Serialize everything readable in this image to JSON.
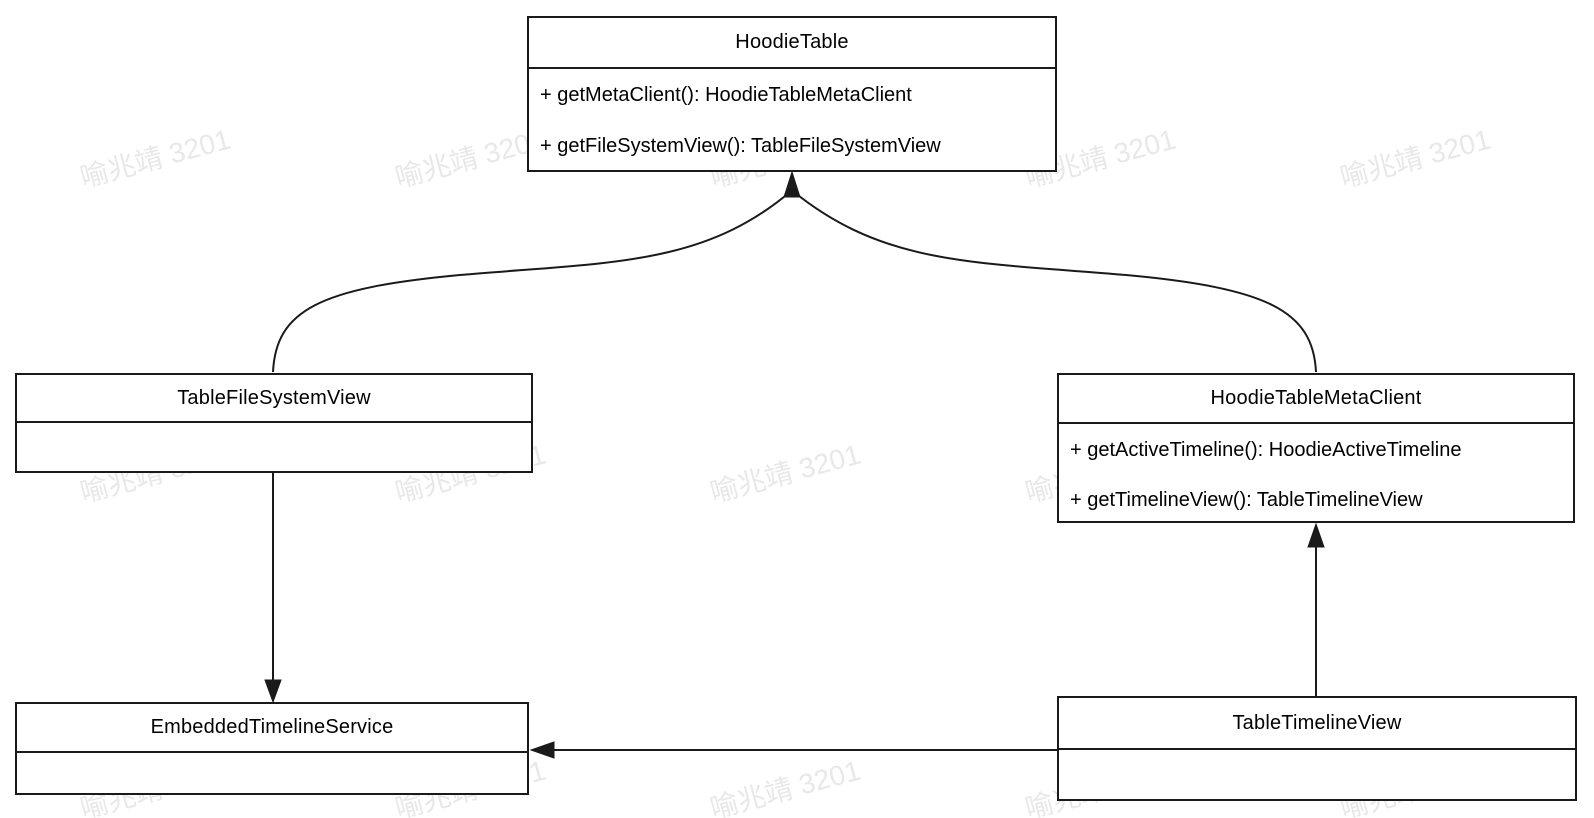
{
  "watermark": {
    "text": "喻兆靖 3201",
    "color": "#e8e8e8"
  },
  "diagram_type": "uml-class-diagram",
  "classes": [
    {
      "name": "HoodieTable",
      "members": [
        "+ getMetaClient(): HoodieTableMetaClient",
        "+ getFileSystemView(): TableFileSystemView"
      ]
    },
    {
      "name": "TableFileSystemView",
      "members": []
    },
    {
      "name": "HoodieTableMetaClient",
      "members": [
        "+ getActiveTimeline(): HoodieActiveTimeline",
        "+ getTimelineView(): TableTimelineView"
      ]
    },
    {
      "name": "EmbeddedTimelineService",
      "members": []
    },
    {
      "name": "TableTimelineView",
      "members": []
    }
  ],
  "relations": [
    {
      "from": "TableFileSystemView",
      "to": "HoodieTable",
      "type": "arrow"
    },
    {
      "from": "HoodieTableMetaClient",
      "to": "HoodieTable",
      "type": "arrow"
    },
    {
      "from": "TableFileSystemView",
      "to": "EmbeddedTimelineService",
      "type": "arrow"
    },
    {
      "from": "TableTimelineView",
      "to": "HoodieTableMetaClient",
      "type": "arrow"
    },
    {
      "from": "TableTimelineView",
      "to": "EmbeddedTimelineService",
      "type": "arrow"
    }
  ],
  "colors": {
    "stroke": "#1a1a1a",
    "background": "#ffffff",
    "watermark": "#e8e8e8"
  }
}
